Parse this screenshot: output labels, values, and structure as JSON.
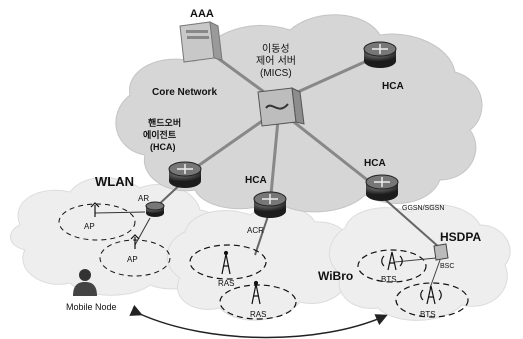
{
  "labels": {
    "aaa": "AAA",
    "mics_line1": "이동성",
    "mics_line2": "제어 서버",
    "mics_line3": "(MICS)",
    "core_network": "Core Network",
    "hca_top_right": "HCA",
    "hca_agent_line1": "핸드오버",
    "hca_agent_line2": "에이전트",
    "hca_agent_line3": "(HCA)",
    "hca_center": "HCA",
    "hca_right": "HCA",
    "ggsn_sgsn": "GGSN/SGSN",
    "wlan": "WLAN",
    "ar": "AR",
    "ap_left": "AP",
    "ap_bottom": "AP",
    "acr": "ACR",
    "ras_top": "RAS",
    "ras_bottom": "RAS",
    "wibro": "WiBro",
    "hsdpa": "HSDPA",
    "bsc": "BSC",
    "bts_top": "BTS",
    "bts_bottom": "BTS",
    "mobile_node": "Mobile Node"
  },
  "colors": {
    "cloud_core": "#d6d6d6",
    "cloud_edge": "#eeeeee",
    "line": "#888888",
    "router": "#2a2a2a",
    "dashed": "#111111",
    "arrow": "#222222"
  }
}
